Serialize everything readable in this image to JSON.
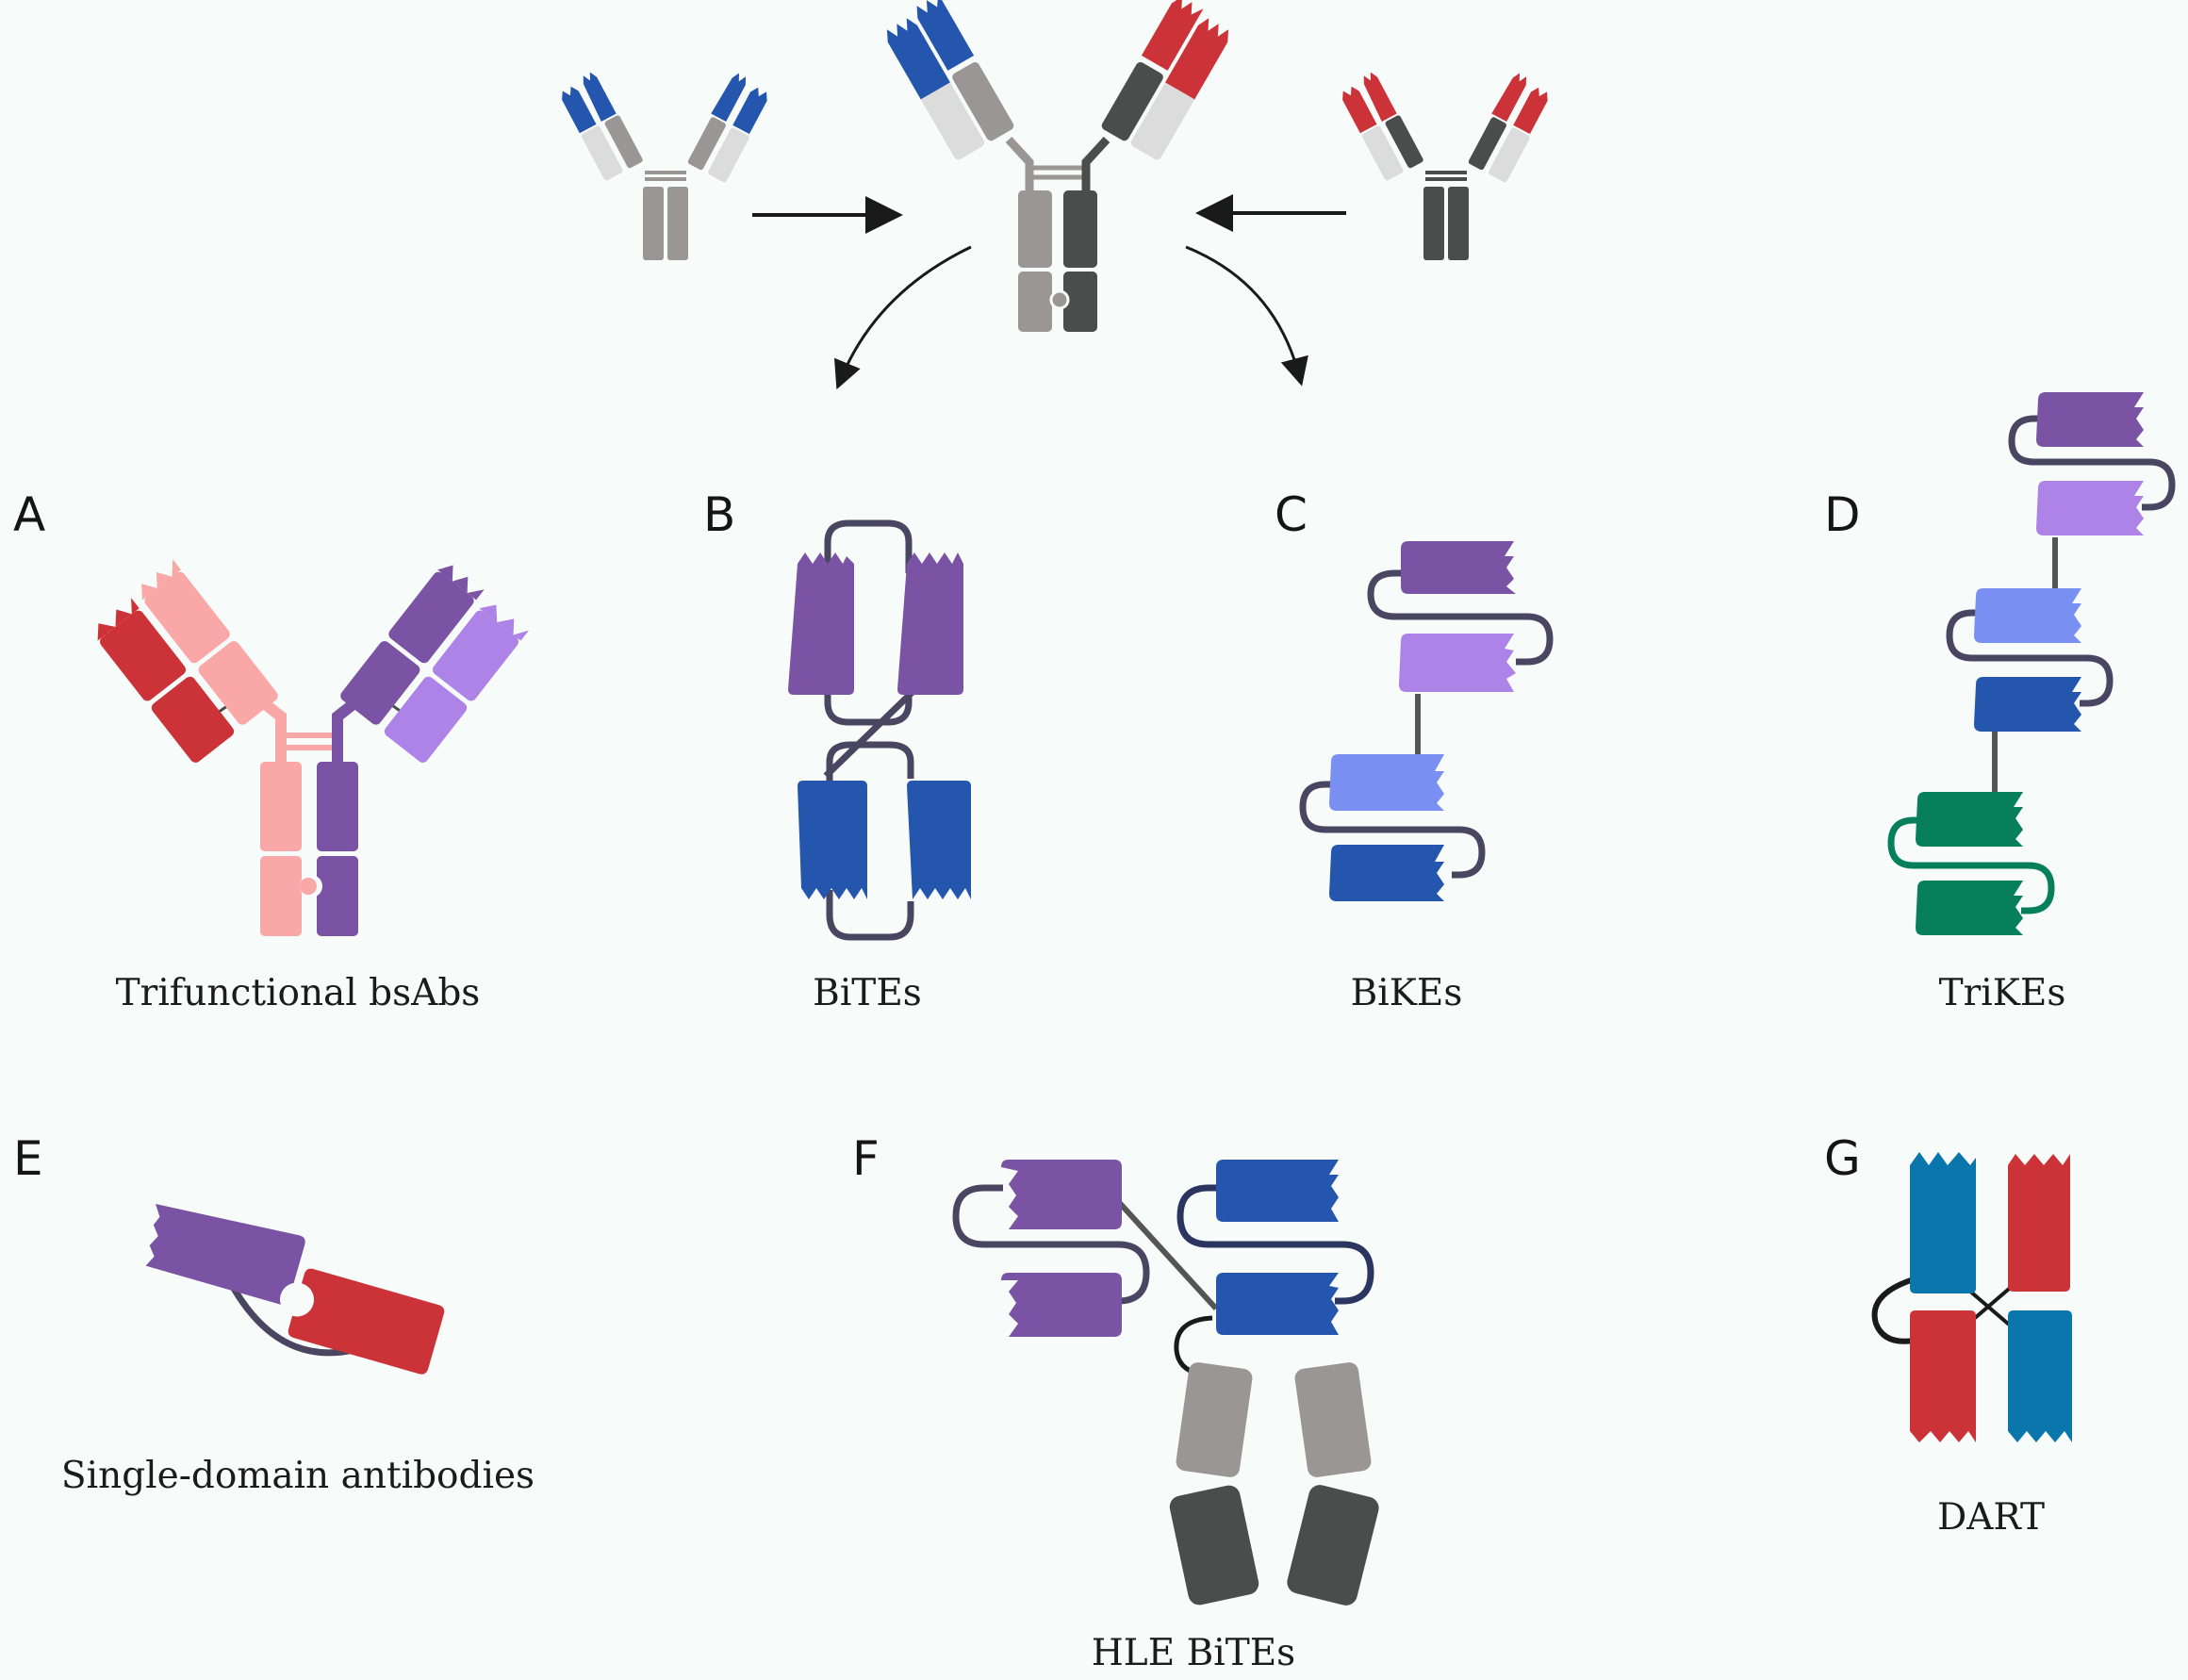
{
  "colors": {
    "background": "#f7fbf9",
    "blue": "#2556ad",
    "red": "#cc3338",
    "light_gray": "#dcdcdc",
    "mid_gray": "#9a9696",
    "dark_gray": "#4a4d4c",
    "purple": "#7b53a4",
    "lavender": "#ad83e8",
    "periwinkle": "#7990f2",
    "pink": "#f9a7a7",
    "green": "#07805a",
    "teal_blue": "#0a76ac",
    "linker": "#4a4560",
    "arrow": "#1a1a1a"
  },
  "header": {
    "parent_left": "blue parental antibody",
    "parent_right": "red parental antibody",
    "hybrid": "bispecific hybrid IgG"
  },
  "panels": [
    {
      "letter": "A",
      "caption": "Trifunctional bsAbs"
    },
    {
      "letter": "B",
      "caption": "BiTEs"
    },
    {
      "letter": "C",
      "caption": "BiKEs"
    },
    {
      "letter": "D",
      "caption": "TriKEs"
    },
    {
      "letter": "E",
      "caption": "Single-domain antibodies"
    },
    {
      "letter": "F",
      "caption": "HLE BiTEs"
    },
    {
      "letter": "G",
      "caption": "DART"
    }
  ]
}
